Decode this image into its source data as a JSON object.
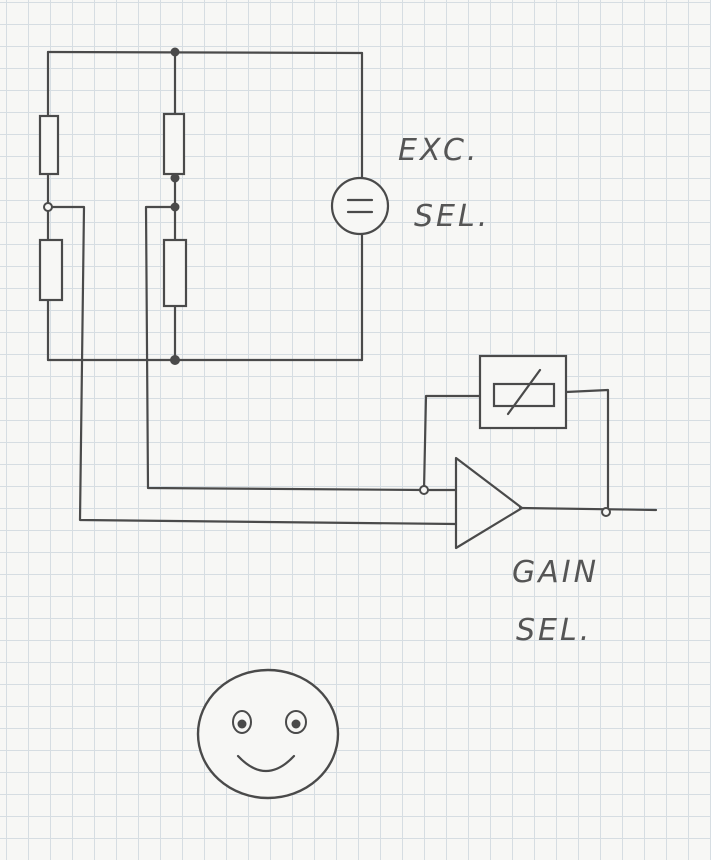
{
  "labels": {
    "excitation_line1": "EXC.",
    "excitation_line2": "SEL.",
    "gain_line1": "GAIN",
    "gain_line2": "SEL."
  },
  "colors": {
    "ink": "#4a4a4a",
    "paper": "#f7f7f5",
    "grid": "#d6dde2"
  }
}
